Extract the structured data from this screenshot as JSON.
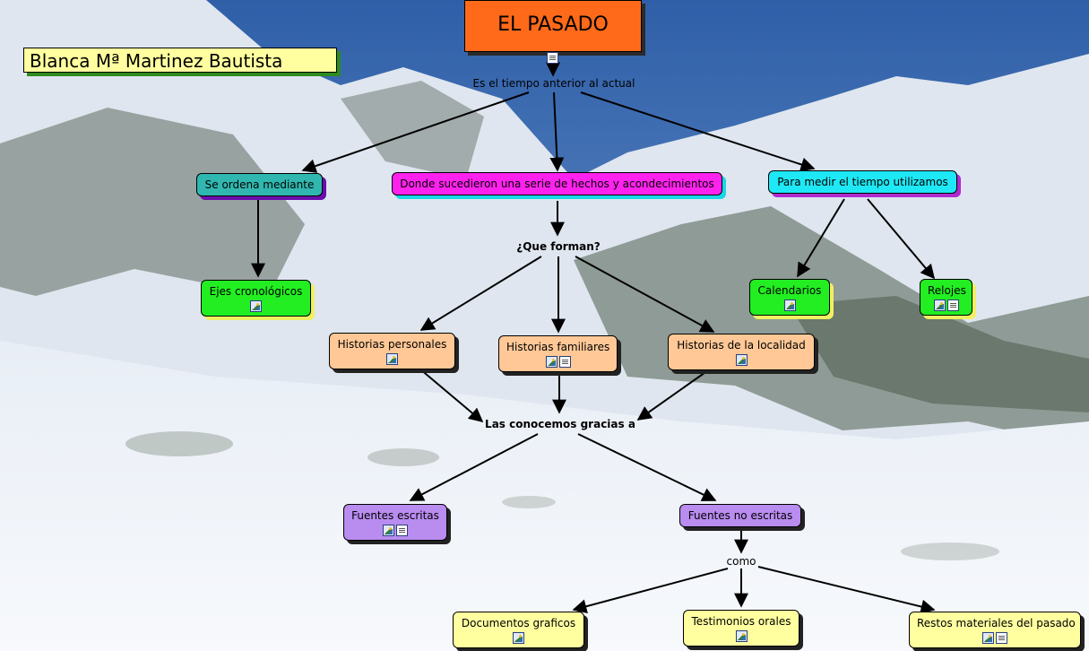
{
  "author": "Blanca Mª Martinez Bautista",
  "root": {
    "label": "EL PASADO",
    "icons": [
      "doc"
    ]
  },
  "phrases": {
    "p1": "Es el tiempo anterior al actual",
    "p2": "¿Que forman?",
    "p3": "Las conocemos gracias a",
    "p4": "como"
  },
  "nodes": {
    "n_ordena": {
      "label": "Se ordena mediante",
      "fill": "#30b8b0",
      "shadow": "#6a0dad",
      "icons": []
    },
    "n_donde": {
      "label": "Donde sucedieron una serie de hechos y acondecimientos",
      "fill": "#ff22ee",
      "shadow": "#19d6e6",
      "icons": []
    },
    "n_medir": {
      "label": "Para medir el tiempo utilizamos",
      "fill": "#1ee8f5",
      "shadow": "#b02ad0",
      "icons": []
    },
    "n_ejes": {
      "label": "Ejes cronológicos",
      "fill": "#22ee22",
      "shadow": "#f0f060",
      "icons": [
        "img"
      ]
    },
    "n_calend": {
      "label": "Calendarios",
      "fill": "#22ee22",
      "shadow": "#f0f060",
      "icons": [
        "img"
      ]
    },
    "n_relojes": {
      "label": "Relojes",
      "fill": "#22ee22",
      "shadow": "#f0f060",
      "icons": [
        "img",
        "doc"
      ]
    },
    "n_hpers": {
      "label": "Historias personales",
      "fill": "#ffc896",
      "shadow": "#222222",
      "icons": [
        "img"
      ]
    },
    "n_hfam": {
      "label": "Historias familiares",
      "fill": "#ffc896",
      "shadow": "#222222",
      "icons": [
        "img",
        "doc"
      ]
    },
    "n_hloc": {
      "label": "Historias de la localidad",
      "fill": "#ffc896",
      "shadow": "#222222",
      "icons": [
        "img"
      ]
    },
    "n_fesc": {
      "label": "Fuentes escritas",
      "fill": "#b98cf0",
      "shadow": "#222222",
      "icons": [
        "img",
        "doc"
      ]
    },
    "n_fnoesc": {
      "label": "Fuentes no escritas",
      "fill": "#b98cf0",
      "shadow": "#222222",
      "icons": []
    },
    "n_docgraf": {
      "label": "Documentos graficos",
      "fill": "#ffffa0",
      "shadow": "#222222",
      "icons": [
        "img"
      ]
    },
    "n_testim": {
      "label": "Testimonios orales",
      "fill": "#ffffa0",
      "shadow": "#222222",
      "icons": [
        "img"
      ]
    },
    "n_restos": {
      "label": "Restos materiales del pasado",
      "fill": "#ffffa0",
      "shadow": "#222222",
      "icons": [
        "img",
        "doc"
      ]
    }
  }
}
